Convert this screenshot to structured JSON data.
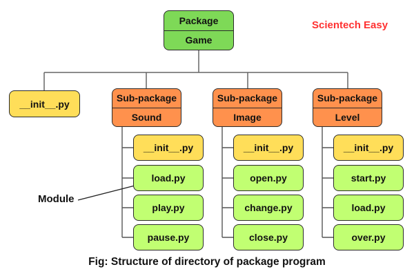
{
  "brand": {
    "label": "Scientech Easy",
    "color": "#FF3131"
  },
  "caption": "Fig: Structure of directory of package program",
  "module_label": "Module",
  "colors": {
    "package_green": "#7ED957",
    "subpackage_orange": "#FF914D",
    "init_yellow": "#FFDE59",
    "module_light_green": "#C1FF72",
    "brand_red": "#FF3131",
    "connector_gray": "#666666"
  },
  "tree": {
    "root": {
      "type_label": "Package",
      "name": "Game"
    },
    "level1_init": "__init__.py",
    "subpackages": [
      {
        "type_label": "Sub-package",
        "name": "Sound",
        "children": [
          "__init__.py",
          "load.py",
          "play.py",
          "pause.py"
        ]
      },
      {
        "type_label": "Sub-package",
        "name": "Image",
        "children": [
          "__init__.py",
          "open.py",
          "change.py",
          "close.py"
        ]
      },
      {
        "type_label": "Sub-package",
        "name": "Level",
        "children": [
          "__init__.py",
          "start.py",
          "load.py",
          "over.py"
        ]
      }
    ]
  }
}
